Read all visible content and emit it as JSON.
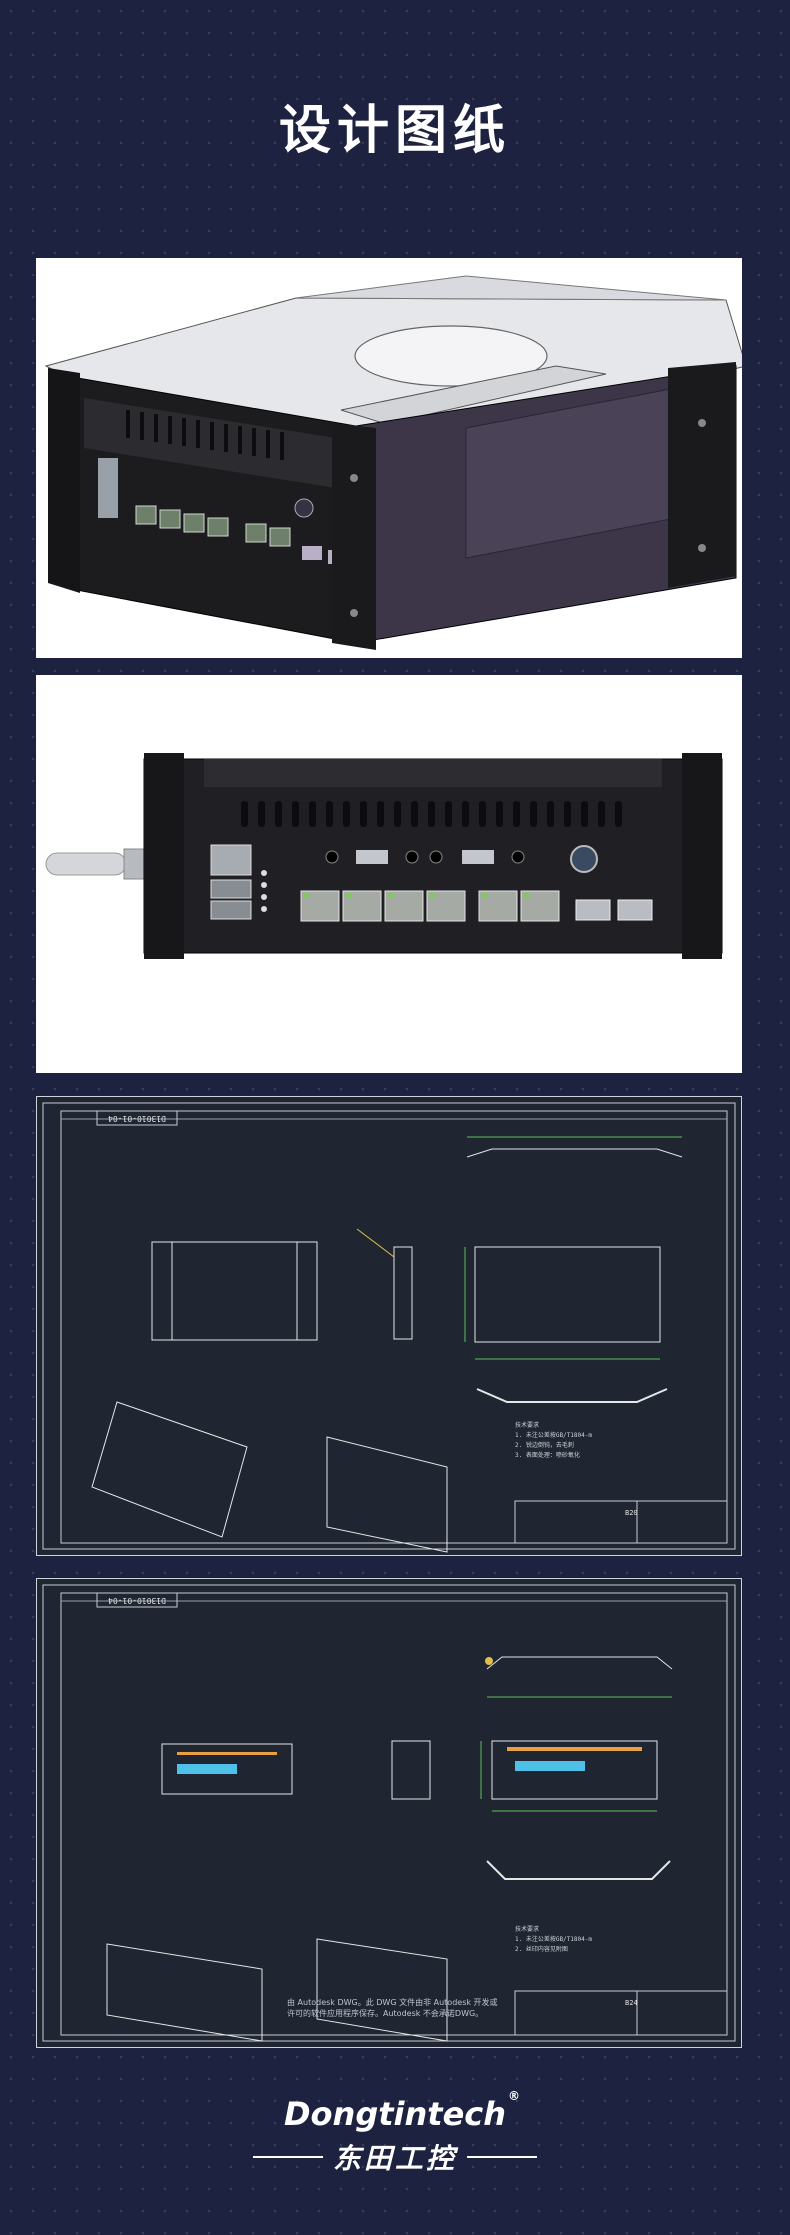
{
  "header": {
    "title": "设计图纸"
  },
  "drawing_sheet_1": {
    "code": "D13010-01-04",
    "sheet_label": "B20"
  },
  "drawing_sheet_2": {
    "code": "D13010-01-04",
    "sheet_label": "B24",
    "watermark": "由 Autodesk DWG。此 DWG 文件由非 Autodesk 开发或\n许可的软件应用程序保存。Autodesk 不会承诺DWG。"
  },
  "brand": {
    "english": "Dongtintech",
    "registered": "®",
    "chinese": "东田工控"
  }
}
